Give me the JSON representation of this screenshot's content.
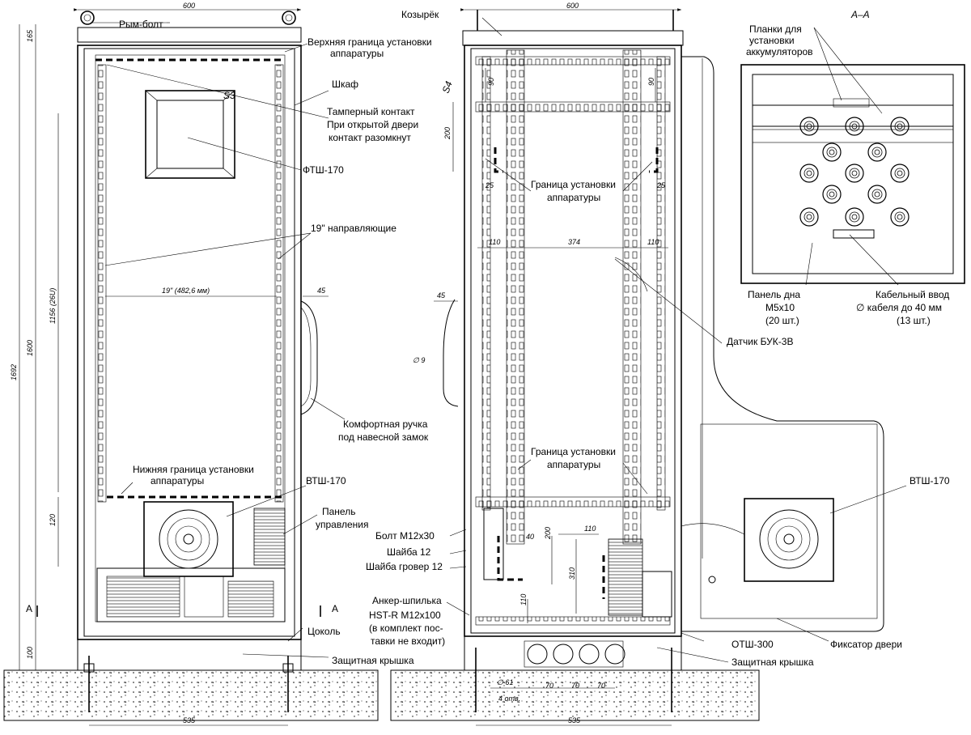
{
  "labels": {
    "eyebolt": "Рым-болт",
    "upper_limit_1": "Верхняя граница установки",
    "upper_limit_2": "аппаратуры",
    "cabinet": "Шкаф",
    "tamper_1": "Тамперный контакт",
    "tamper_2": "При открытой двери",
    "tamper_3": "контакт разомкнут",
    "ftsh": "ФТШ-170",
    "rails": "19\" направляющие",
    "handle_1": "Комфортная ручка",
    "handle_2": "под навесной замок",
    "lower_limit_1": "Нижняя граница установки",
    "lower_limit_2": "аппаратуры",
    "vtsh_left": "ВТШ-170",
    "panel_1": "Панель",
    "panel_2": "управления",
    "plinth": "Цоколь",
    "cover_left": "Защитная крышка",
    "visor": "Козырёк",
    "mid_limit_1": "Граница установки",
    "mid_limit_2": "аппаратуры",
    "low_limit_1": "Граница установки",
    "low_limit_2": "аппаратуры",
    "sensor": "Датчик БУК-3В",
    "bolt": "Болт М12х30",
    "washer": "Шайба 12",
    "washer_grover": "Шайба гровер 12",
    "anchor_1": "Анкер-шпилька",
    "anchor_2": "HST-R M12x100",
    "anchor_3": "(в комплект пос-",
    "anchor_4": "тавки не входит)",
    "otsh": "ОТШ-300",
    "cover_mid": "Защитная крышка",
    "door_lock": "Фиксатор двери",
    "vtsh_right": "ВТШ-170",
    "section": "А–А",
    "battery_1": "Планки для",
    "battery_2": "установки",
    "battery_3": "аккумуляторов",
    "bottom_panel": "Панель дна",
    "m5": "М5х10",
    "m5_count": "(20 шт.)",
    "cable_entry": "Кабельный ввод",
    "cable_dia": "∅ кабеля до 40 мм",
    "cable_count": "(13 шт.)",
    "s3": "S3",
    "s4": "S4",
    "section_mark": "A"
  },
  "dims": {
    "w600_left": "600",
    "w600_mid": "600",
    "h165": "165",
    "h1692": "1692",
    "h1600": "1600",
    "h1156": "1156 (26U)",
    "w19": "19\" (482,6 мм)",
    "d45_left": "45",
    "h120": "120",
    "h100": "100",
    "w535_left": "535",
    "w535_mid": "535",
    "d90_a": "90",
    "d90_b": "90",
    "d200_a": "200",
    "d25_a": "25",
    "d25_b": "25",
    "d110_a": "110",
    "d374": "374",
    "d110_b": "110",
    "d45_mid": "45",
    "dia9": "∅ 9",
    "d40": "40",
    "d200_b": "200",
    "d110_c": "110",
    "d310": "310",
    "d110_d": "110",
    "dia61": "∅ 61",
    "d70_a": "70",
    "d70_b": "70",
    "d70_c": "70",
    "count_holes": "4 отв."
  }
}
